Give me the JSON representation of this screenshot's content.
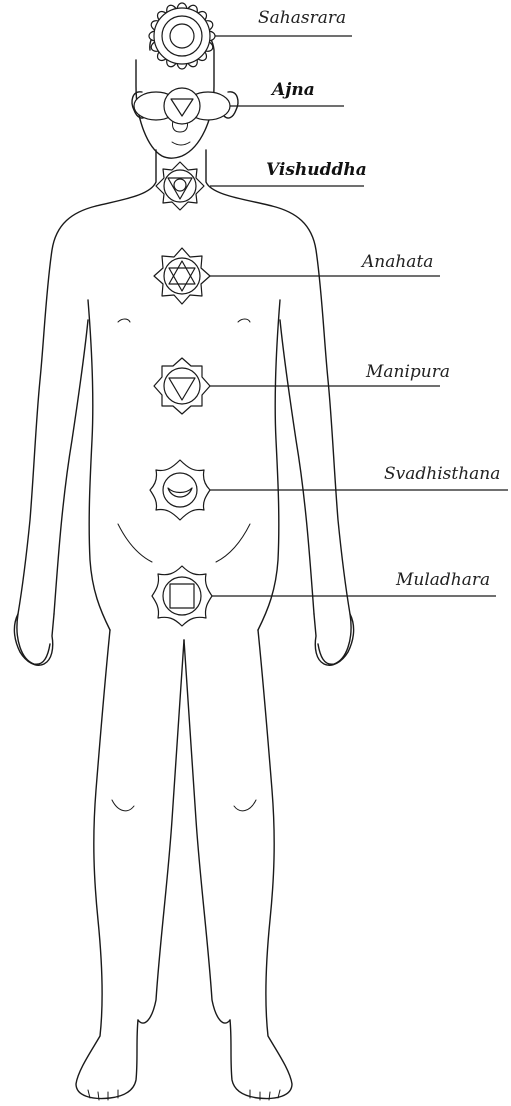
{
  "chakras": [
    {
      "name": "Sahasrara",
      "bold": false
    },
    {
      "name": "Ajna",
      "bold": true
    },
    {
      "name": "Vishuddha",
      "bold": true
    },
    {
      "name": "Anahata",
      "bold": false
    },
    {
      "name": "Manipura",
      "bold": false
    },
    {
      "name": "Svadhisthana",
      "bold": false
    },
    {
      "name": "Muladhara",
      "bold": false
    }
  ],
  "colors": {
    "ink": "#1a1a1a",
    "background": "#ffffff"
  }
}
